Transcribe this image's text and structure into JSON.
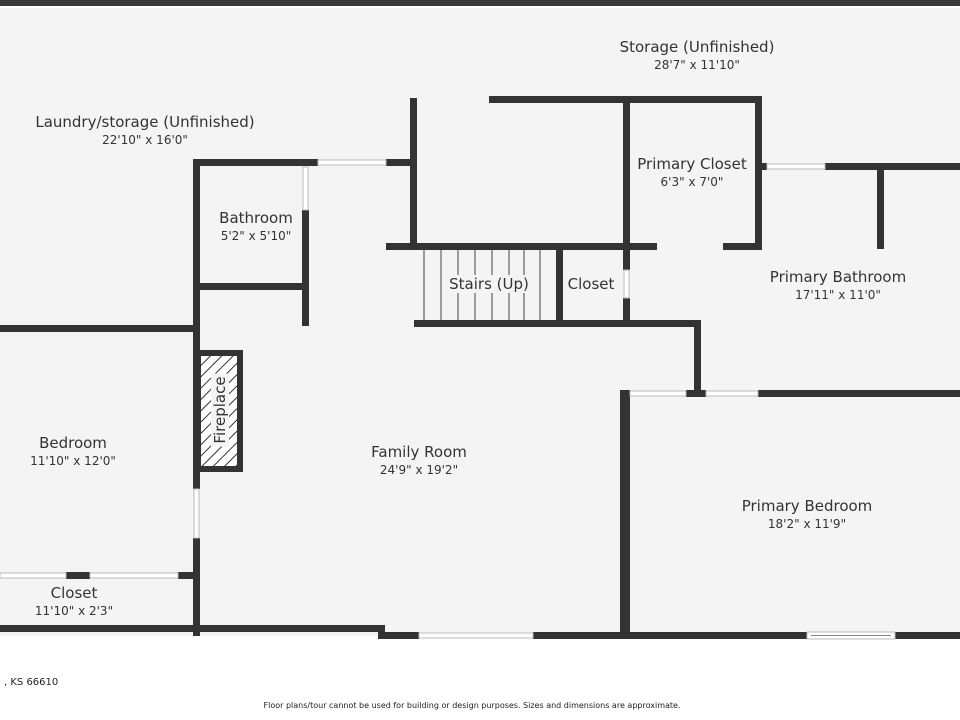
{
  "rooms": {
    "storage": {
      "name": "Storage (Unfinished)",
      "dim": "28'7\" x 11'10\""
    },
    "laundry": {
      "name": "Laundry/storage (Unfinished)",
      "dim": "22'10\" x 16'0\""
    },
    "primary_closet": {
      "name": "Primary Closet",
      "dim": "6'3\" x 7'0\""
    },
    "bathroom": {
      "name": "Bathroom",
      "dim": "5'2\" x 5'10\""
    },
    "stairs": {
      "name": "Stairs (Up)"
    },
    "closet_small": {
      "name": "Closet"
    },
    "primary_bathroom": {
      "name": "Primary Bathroom",
      "dim": "17'11\" x 11'0\""
    },
    "fireplace": {
      "name": "Fireplace"
    },
    "bedroom": {
      "name": "Bedroom",
      "dim": "11'10\" x 12'0\""
    },
    "family_room": {
      "name": "Family Room",
      "dim": "24'9\" x 19'2\""
    },
    "primary_bedroom": {
      "name": "Primary Bedroom",
      "dim": "18'2\" x 11'9\""
    },
    "closet_bedroom": {
      "name": "Closet",
      "dim": "11'10\" x 2'3\""
    }
  },
  "footer": {
    "address": ", KS 66610",
    "disclaimer": "Floor plans/tour cannot be used for building or design purposes. Sizes and dimensions are approximate."
  },
  "colors": {
    "wall": "#333333",
    "floor": "#f4f4f4",
    "background": "#ffffff",
    "opening": "#ffffff"
  }
}
